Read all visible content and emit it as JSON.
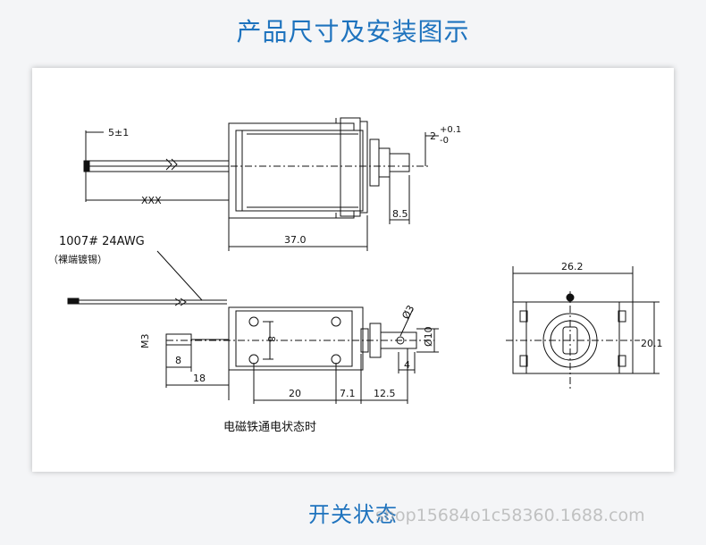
{
  "header": {
    "title": "产品尺寸及安装图示"
  },
  "top_view": {
    "dim_lead_strip": "5±1",
    "dim_lead_length": "XXX",
    "dim_body_length": "37.0",
    "dim_plunger_ext": "8.5",
    "dim_plunger_tol_nominal": "2",
    "dim_plunger_tol_upper": "+0.1",
    "dim_plunger_tol_lower": "-0"
  },
  "side_view": {
    "wire_spec": "1007# 24AWG",
    "wire_note": "（裸端镀锡）",
    "dim_thread": "M3",
    "dim_thread_len": "8",
    "dim_shaft_len": "18",
    "dim_hole_pitch_v": "8",
    "dim_hole_pitch_h": "20",
    "dim_gap": "7.1",
    "dim_plunger_len": "12.5",
    "dim_pin_dia": "Ø3",
    "dim_head_dia": "Ø10",
    "dim_head_thick": "4",
    "caption": "电磁铁通电状态时"
  },
  "end_view": {
    "dim_width": "26.2",
    "dim_height": "20.1"
  },
  "footer": {
    "title": "开关状态",
    "watermark": "shop1568​4o1c58360.1688.com"
  }
}
